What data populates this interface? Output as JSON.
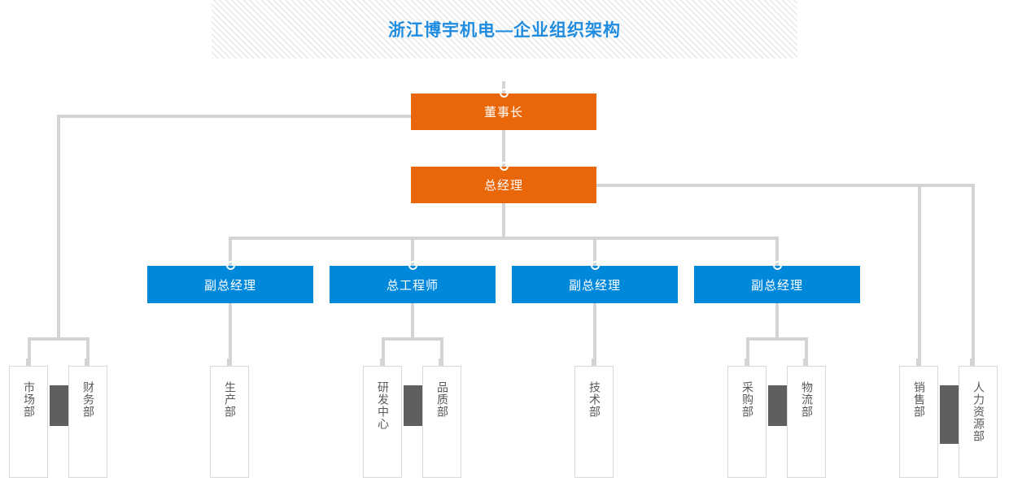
{
  "chart_data": {
    "type": "diagram",
    "title": "浙江博宇机电—企业组织架构",
    "levels": [
      "董事长",
      "总经理",
      "副总经理 / 总工程师",
      "部门"
    ],
    "nodes": [
      {
        "id": "chairman",
        "label": "董事长",
        "level": 1,
        "color": "#ea6709"
      },
      {
        "id": "gm",
        "label": "总经理",
        "level": 2,
        "color": "#ea6709"
      },
      {
        "id": "vp1",
        "label": "副总经理",
        "level": 3,
        "color": "#0089db"
      },
      {
        "id": "ce",
        "label": "总工程师",
        "level": 3,
        "color": "#0089db"
      },
      {
        "id": "vp2",
        "label": "副总经理",
        "level": 3,
        "color": "#0089db"
      },
      {
        "id": "vp3",
        "label": "副总经理",
        "level": 3,
        "color": "#0089db"
      },
      {
        "id": "d_market",
        "label": "市场部",
        "level": 4,
        "color": "#ffffff"
      },
      {
        "id": "d_finance",
        "label": "财务部",
        "level": 4,
        "color": "#ffffff"
      },
      {
        "id": "d_production",
        "label": "生产部",
        "level": 4,
        "color": "#ffffff"
      },
      {
        "id": "d_rnd",
        "label": "研发中心",
        "level": 4,
        "color": "#ffffff"
      },
      {
        "id": "d_quality",
        "label": "品质部",
        "level": 4,
        "color": "#ffffff"
      },
      {
        "id": "d_tech",
        "label": "技术部",
        "level": 4,
        "color": "#ffffff"
      },
      {
        "id": "d_purchase",
        "label": "采购部",
        "level": 4,
        "color": "#ffffff"
      },
      {
        "id": "d_logistics",
        "label": "物流部",
        "level": 4,
        "color": "#ffffff"
      },
      {
        "id": "d_sales",
        "label": "销售部",
        "level": 4,
        "color": "#ffffff"
      },
      {
        "id": "d_hr",
        "label": "人力资源部",
        "level": 4,
        "color": "#ffffff"
      }
    ],
    "edges": [
      {
        "from": "chairman",
        "to": "gm"
      },
      {
        "from": "chairman",
        "to": "d_market"
      },
      {
        "from": "chairman",
        "to": "d_finance"
      },
      {
        "from": "gm",
        "to": "vp1"
      },
      {
        "from": "gm",
        "to": "ce"
      },
      {
        "from": "gm",
        "to": "vp2"
      },
      {
        "from": "gm",
        "to": "vp3"
      },
      {
        "from": "gm",
        "to": "d_sales"
      },
      {
        "from": "gm",
        "to": "d_hr"
      },
      {
        "from": "vp1",
        "to": "d_production"
      },
      {
        "from": "ce",
        "to": "d_rnd"
      },
      {
        "from": "ce",
        "to": "d_quality"
      },
      {
        "from": "vp2",
        "to": "d_tech"
      },
      {
        "from": "vp3",
        "to": "d_purchase"
      },
      {
        "from": "vp3",
        "to": "d_logistics"
      }
    ]
  },
  "header": {
    "title": "浙江博宇机电—企业组织架构"
  },
  "colors": {
    "title_text": "#1f8ce0",
    "executive": "#ea6709",
    "vice_president": "#0089db",
    "connector": "#d4d4d4",
    "leaf_border": "#d9d9d9",
    "leaf_text": "#595959",
    "slab": "#5f5f5f",
    "banner_stripe": "#e6e7ea"
  },
  "executives": {
    "chairman": "董事长",
    "general_manager": "总经理"
  },
  "managers": [
    {
      "label": "副总经理"
    },
    {
      "label": "总工程师"
    },
    {
      "label": "副总经理"
    },
    {
      "label": "副总经理"
    }
  ],
  "departments": [
    {
      "label": "市场部"
    },
    {
      "label": "财务部"
    },
    {
      "label": "生产部"
    },
    {
      "label": "研发中心"
    },
    {
      "label": "品质部"
    },
    {
      "label": "技术部"
    },
    {
      "label": "采购部"
    },
    {
      "label": "物流部"
    },
    {
      "label": "销售部"
    },
    {
      "label": "人力资源部"
    }
  ]
}
